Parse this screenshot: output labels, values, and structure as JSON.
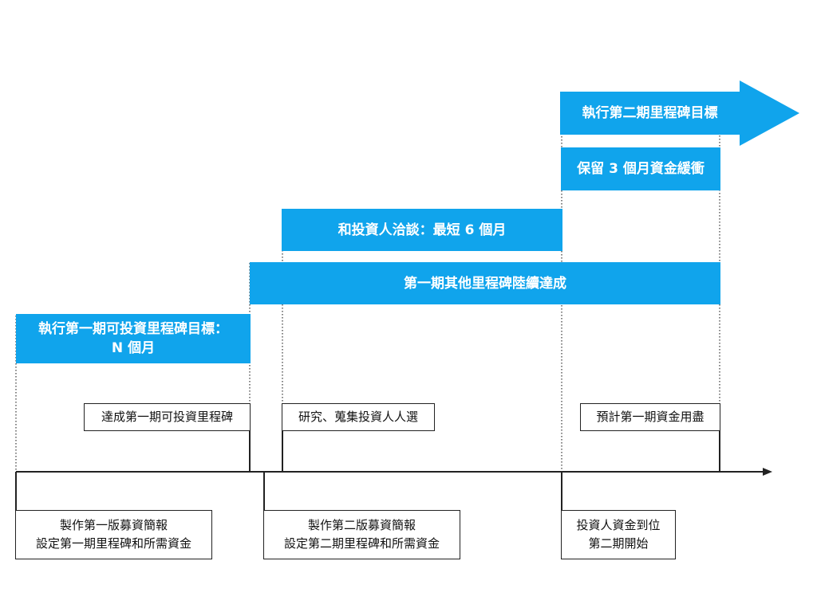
{
  "bars": {
    "phase2_milestones": "執行第二期里程碑目標",
    "reserve_buffer": "保留 3 個月資金緩衝",
    "investor_talks": "和投資人洽談：最短 6 個月",
    "phase1_other": "第一期其他里程碑陸續達成",
    "phase1_investable_line1": "執行第一期可投資里程碑目標：",
    "phase1_investable_line2": "N 個月"
  },
  "upper_labels": {
    "achieve_milestone": "達成第一期可投資里程碑",
    "research_investors": "研究、蒐集投資人人選",
    "funds_exhausted": "預計第一期資金用盡"
  },
  "lower_labels": {
    "deck_v1_line1": "製作第一版募資簡報",
    "deck_v1_line2": "設定第一期里程碑和所需資金",
    "deck_v2_line1": "製作第二版募資簡報",
    "deck_v2_line2": "設定第二期里程碑和所需資金",
    "funding_line1": "投資人資金到位",
    "funding_line2": "第二期開始"
  },
  "colors": {
    "bar": "#10a4ec",
    "line": "#222222"
  }
}
